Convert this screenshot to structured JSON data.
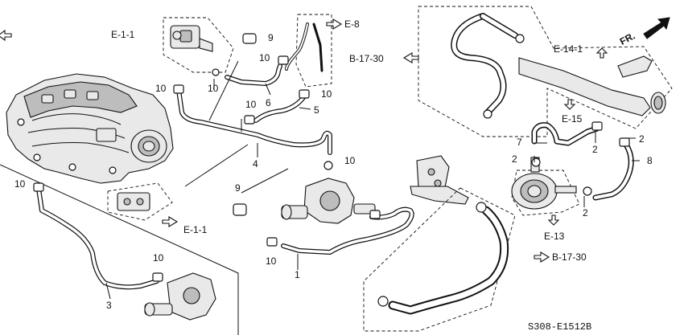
{
  "references": {
    "e_1_1_top": "E-1-1",
    "e_8": "E-8",
    "b_17_30_top": "B-17-30",
    "e_14_1": "E-14-1",
    "e_15": "E-15",
    "e_1_1_bottom": "E-1-1",
    "e_13": "E-13",
    "b_17_30_bottom": "B-17-30",
    "fr": "FR."
  },
  "callouts": {
    "n9_top": "9",
    "n10_a": "10",
    "n10_b": "10",
    "n10_c": "10",
    "n10_d": "10",
    "n10_e": "10",
    "n10_f": "10",
    "n10_g": "10",
    "n10_h": "10",
    "n10_i": "10",
    "n6": "6",
    "n5": "5",
    "n4": "4",
    "n9_mid": "9",
    "n1": "1",
    "n3": "3",
    "n7": "7",
    "n2_a": "2",
    "n2_b": "2",
    "n2_c": "2",
    "n2_d": "2",
    "n8": "8"
  },
  "diagram_code": "S308-E1512B"
}
